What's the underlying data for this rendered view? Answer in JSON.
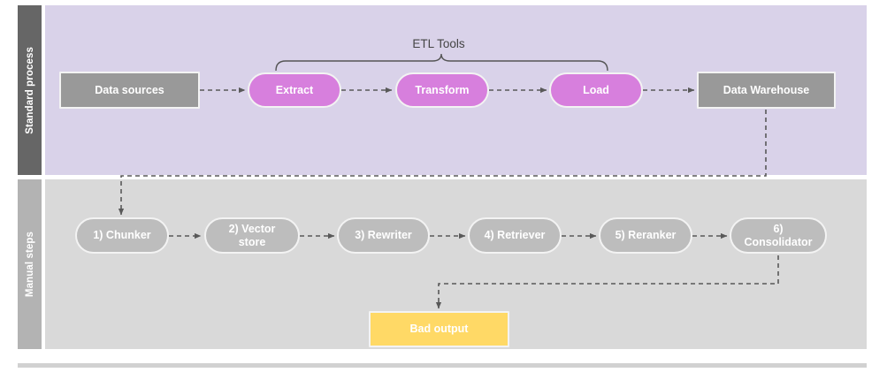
{
  "diagram": {
    "title_hidden": "ETL and manual RAG pipeline swimlane diagram",
    "lanes": [
      {
        "id": "standard",
        "label": "Standard process",
        "band_color": "#666666",
        "body_color": "#d9d2e9"
      },
      {
        "id": "manual",
        "label": "Manual steps",
        "band_color": "#b3b3b3",
        "body_color": "#d9d9d9"
      }
    ],
    "bracket": {
      "label": "ETL Tools",
      "covers": [
        "Extract",
        "Transform",
        "Load"
      ],
      "color": "#555555"
    },
    "standard_nodes": [
      {
        "id": "data-sources",
        "label": "Data sources",
        "shape": "rect",
        "color": "#999999"
      },
      {
        "id": "extract",
        "label": "Extract",
        "shape": "pill",
        "color": "#d77fdd"
      },
      {
        "id": "transform",
        "label": "Transform",
        "shape": "pill",
        "color": "#d77fdd"
      },
      {
        "id": "load",
        "label": "Load",
        "shape": "pill",
        "color": "#d77fdd"
      },
      {
        "id": "data-warehouse",
        "label": "Data Warehouse",
        "shape": "rect",
        "color": "#999999"
      }
    ],
    "manual_nodes": [
      {
        "id": "chunker",
        "label": "1) Chunker",
        "shape": "pill",
        "color": "#bdbdbd"
      },
      {
        "id": "vector-store",
        "label": "2) Vector store",
        "shape": "pill",
        "color": "#bdbdbd"
      },
      {
        "id": "rewriter",
        "label": "3) Rewriter",
        "shape": "pill",
        "color": "#bdbdbd"
      },
      {
        "id": "retriever",
        "label": "4) Retriever",
        "shape": "pill",
        "color": "#bdbdbd"
      },
      {
        "id": "reranker",
        "label": "5) Reranker",
        "shape": "pill",
        "color": "#bdbdbd"
      },
      {
        "id": "consolidator",
        "label": "6) Consolidator",
        "shape": "pill",
        "color": "#bdbdbd"
      }
    ],
    "output_node": {
      "id": "bad-output",
      "label": "Bad output",
      "shape": "rect",
      "color": "#ffd966"
    },
    "edges": [
      {
        "from": "data-sources",
        "to": "extract",
        "style": "dashed"
      },
      {
        "from": "extract",
        "to": "transform",
        "style": "dashed"
      },
      {
        "from": "transform",
        "to": "load",
        "style": "dashed"
      },
      {
        "from": "load",
        "to": "data-warehouse",
        "style": "dashed"
      },
      {
        "from": "data-warehouse",
        "to": "chunker",
        "style": "dashed"
      },
      {
        "from": "chunker",
        "to": "vector-store",
        "style": "dashed"
      },
      {
        "from": "vector-store",
        "to": "rewriter",
        "style": "dashed"
      },
      {
        "from": "rewriter",
        "to": "retriever",
        "style": "dashed"
      },
      {
        "from": "retriever",
        "to": "reranker",
        "style": "dashed"
      },
      {
        "from": "reranker",
        "to": "consolidator",
        "style": "dashed"
      },
      {
        "from": "consolidator",
        "to": "bad-output",
        "style": "dashed"
      }
    ],
    "edge_color": "#595959"
  }
}
